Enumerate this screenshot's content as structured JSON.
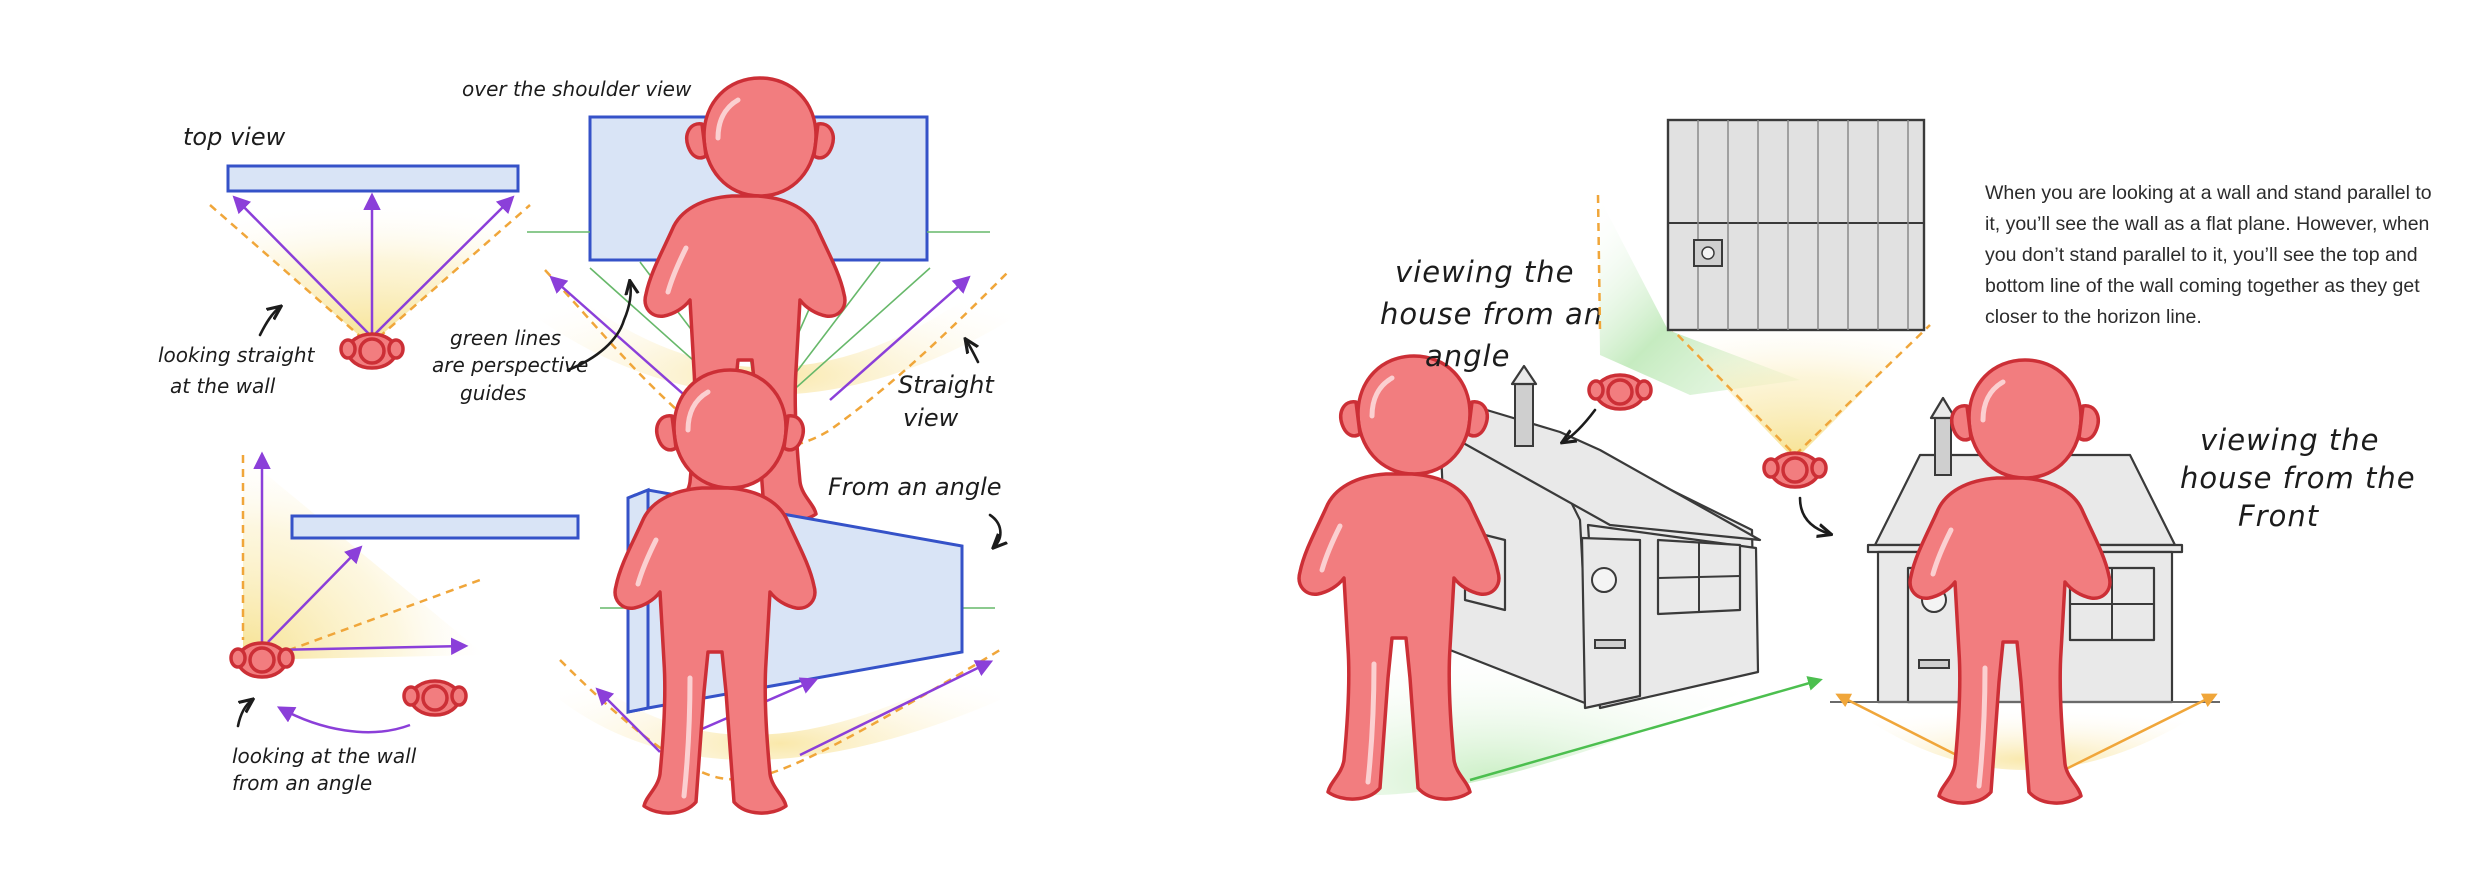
{
  "labels": {
    "top_view": "top view",
    "over_shoulder": "over the shoulder view",
    "straight_at_wall_1": "looking straight",
    "straight_at_wall_2": "at the wall",
    "green_lines_1": "green lines",
    "green_lines_2": "are perspective",
    "green_lines_3": "guides",
    "straight_view_1": "Straight",
    "straight_view_2": "view",
    "from_angle": "From an angle",
    "angle_at_wall_1": "looking at the wall",
    "angle_at_wall_2": "from an angle",
    "house_angle_1": "viewing the",
    "house_angle_2": "house from an",
    "house_angle_3": "angle",
    "house_front_1": "viewing the",
    "house_front_2": "house from the",
    "house_front_3": "Front"
  },
  "paragraph": "When you are looking at a wall and stand parallel to it, you’ll see the wall as a flat plane. However, when you don’t stand parallel to it, you’ll see the top and bottom line of the wall coming together as they get closer to the horizon line.",
  "colors": {
    "wall_fill": "#d9e4f6",
    "wall_stroke": "#3552c8",
    "figure": "#f27d7f",
    "figure_outline": "#cc2f36",
    "view_arrows": "#8b3fd9",
    "perspective_guides": "#67b86a",
    "view_cone": "#f7e9a8",
    "green_cone": "#cdeec8"
  }
}
